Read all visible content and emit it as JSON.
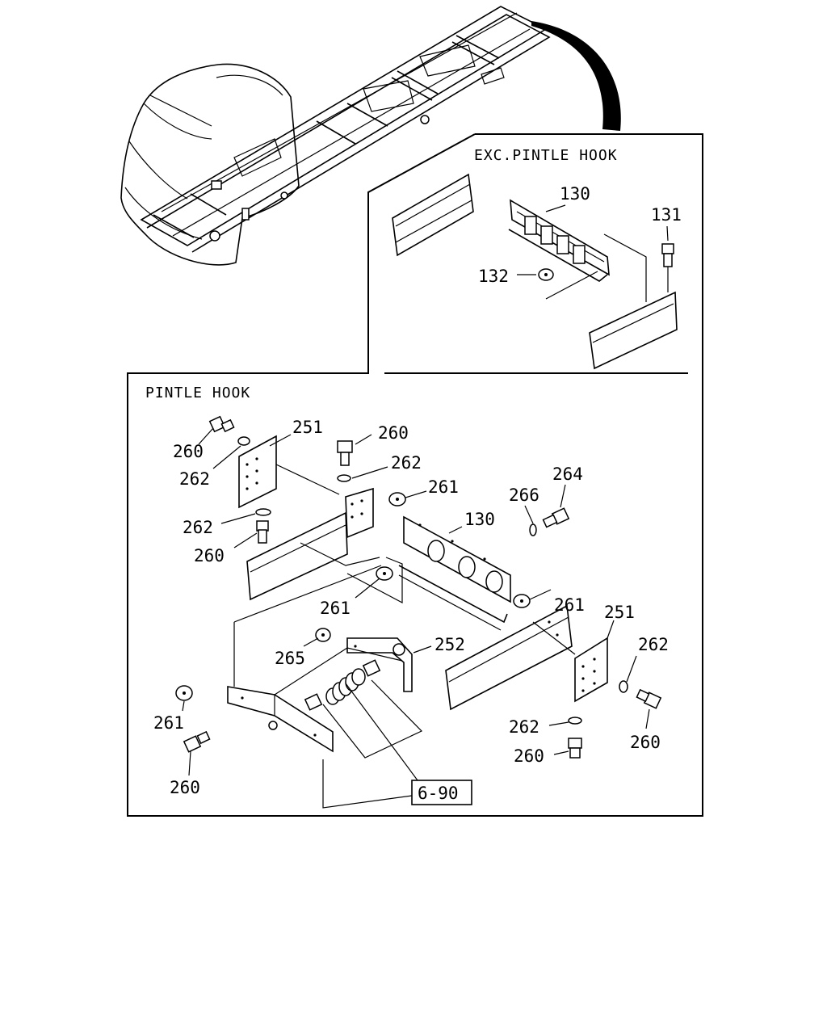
{
  "panels": {
    "exc_pintle_hook": "EXC.PINTLE HOOK",
    "pintle_hook": "PINTLE HOOK"
  },
  "callouts": {
    "exc_130": "130",
    "exc_131": "131",
    "exc_132": "132",
    "p_251_left": "251",
    "p_260_a": "260",
    "p_262_a": "262",
    "p_260_b": "260",
    "p_262_b": "262",
    "p_261_a": "261",
    "p_266": "266",
    "p_264": "264",
    "p_262_c": "262",
    "p_260_c": "260",
    "p_130": "130",
    "p_261_b": "261",
    "p_261_c": "261",
    "p_251_right": "251",
    "p_252": "252",
    "p_265": "265",
    "p_262_d": "262",
    "p_261_d": "261",
    "p_262_e": "262",
    "p_260_d": "260",
    "p_260_e": "260",
    "p_260_f": "260"
  },
  "reference_box": "6-90"
}
